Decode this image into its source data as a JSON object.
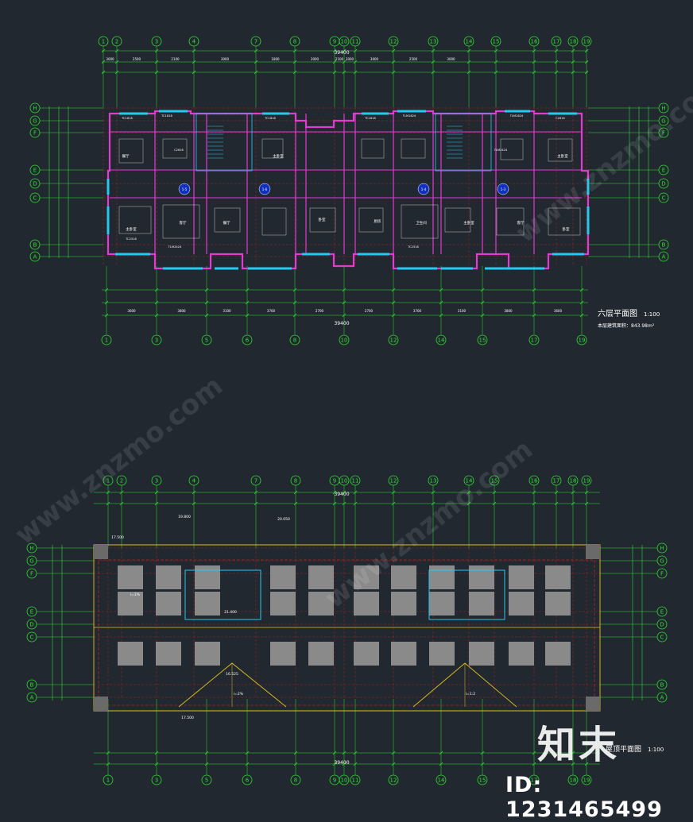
{
  "colors": {
    "background": "#212830",
    "dimension": "#2ee02e",
    "axis": "#e02020",
    "wall": "#e23ad2",
    "window": "#27c8f0",
    "text": "#ffffff",
    "grid_bubble": "#2ee02e",
    "roof_block": "#8a8a8a",
    "ridge": "#e0c020"
  },
  "plan_top": {
    "title": "六层平面图",
    "scale": "1:100",
    "area_note": "本层建筑面积：843.98m²",
    "top_axes": [
      "1",
      "2",
      "3",
      "4",
      "7",
      "8",
      "9",
      "10",
      "11",
      "12",
      "13",
      "14",
      "15",
      "16",
      "17",
      "18",
      "19"
    ],
    "bottom_axes": [
      "1",
      "3",
      "5",
      "6",
      "8",
      "10",
      "12",
      "14",
      "15",
      "17",
      "19"
    ],
    "side_axes": [
      "H",
      "G",
      "F",
      "E",
      "D",
      "C",
      "B",
      "A"
    ],
    "overall_dim": "39400",
    "unit_markers": [
      "1-5",
      "1-6",
      "1-4",
      "1-3"
    ],
    "room_labels": [
      "主卧室",
      "客厅",
      "餐厅",
      "卧室",
      "厨房",
      "卫生间",
      "主卧室",
      "客厅",
      "卧室",
      "餐厅",
      "主卧室",
      "主卧室"
    ],
    "window_tags": [
      "TC1818",
      "TC1818",
      "TC1818",
      "TC1818",
      "TLM1624",
      "TLM1624",
      "C2616",
      "C2616",
      "TLM2424",
      "TLM2424",
      "TC2518",
      "TC2518"
    ]
  },
  "plan_bottom": {
    "title": "屋顶平面图",
    "scale": "1:100",
    "top_axes": [
      "1",
      "2",
      "3",
      "4",
      "7",
      "8",
      "9",
      "10",
      "11",
      "12",
      "13",
      "14",
      "15",
      "16",
      "17",
      "18",
      "19"
    ],
    "bottom_axes": [
      "1",
      "3",
      "5",
      "6",
      "8",
      "9",
      "10",
      "11",
      "12",
      "14",
      "15",
      "17",
      "18",
      "19"
    ],
    "side_axes": [
      "H",
      "G",
      "F",
      "E",
      "D",
      "C",
      "B",
      "A"
    ],
    "overall_dim": "39400",
    "elevations": [
      "17.500",
      "19.800",
      "20.050",
      "21.400",
      "16.525",
      "17.500"
    ],
    "slope_tags": [
      "i=1%",
      "i=2%",
      "i=1:2"
    ]
  },
  "watermark": {
    "brand": "知末",
    "id": "ID: 1231465499",
    "diagonal": "www.znzmo.com"
  }
}
